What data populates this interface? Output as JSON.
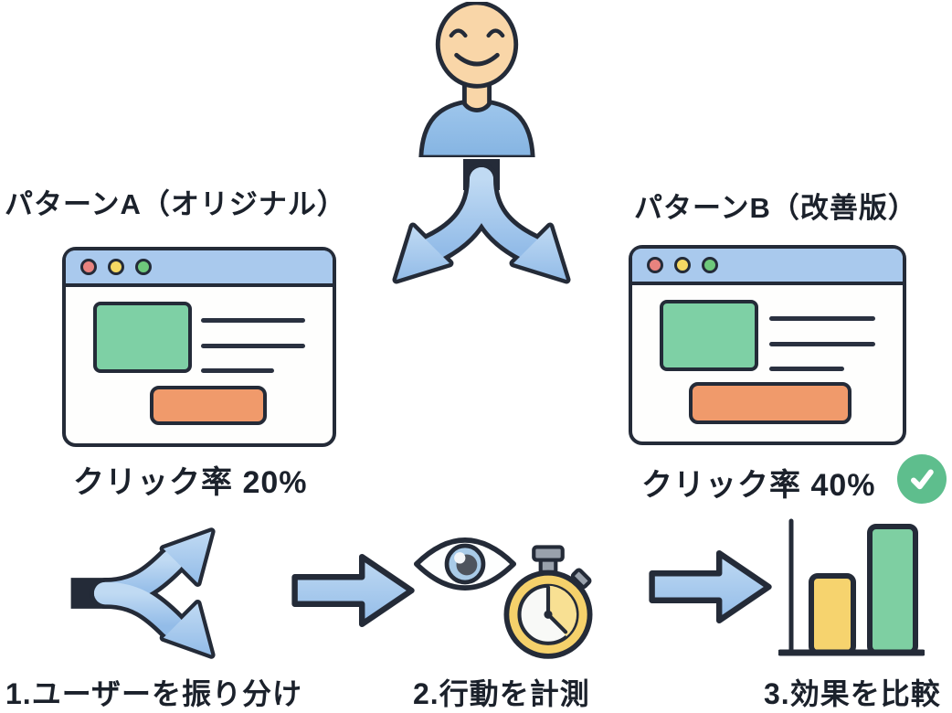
{
  "variants": {
    "a": {
      "label": "パターンA（オリジナル）",
      "rate": "クリック率 20%"
    },
    "b": {
      "label": "パターンB（改善版）",
      "rate": "クリック率 40%",
      "winner_badge": "check"
    }
  },
  "steps": [
    {
      "label": "1.ユーザーを振り分け",
      "icon": "split-right-arrow-icon"
    },
    {
      "label": "2.行動を計測",
      "icon": "eye-stopwatch-icon"
    },
    {
      "label": "3.効果を比較",
      "icon": "bar-chart-icon"
    }
  ],
  "icons": [
    "user-icon",
    "split-down-arrow-icon",
    "browser-window-icon",
    "check-icon",
    "split-right-arrow-icon",
    "right-arrow-icon",
    "eye-icon",
    "stopwatch-icon",
    "bar-chart-icon"
  ],
  "colors": {
    "arrow_blue": "#A5C9ED",
    "arrow_blue_light": "#C4DCF4",
    "outline_dark": "#242B38",
    "titlebar_blue": "#A9C9ED",
    "skin": "#F9D6A8",
    "shirt_blue": "#90BCE6",
    "hero_green": "#7ED0A5",
    "cta_orange": "#F09A6B",
    "dot_red": "#E8837F",
    "dot_yellow": "#F5D863",
    "dot_green": "#6EC87B",
    "check_green": "#5EBE8D",
    "bar_yellow": "#F6D36E",
    "bar_green": "#7ECFA2",
    "eye_iris": "#A9CBE8",
    "stopwatch_ring": "#F5D16B",
    "stopwatch_gray": "#99A1AC",
    "text": "#1B212B"
  }
}
